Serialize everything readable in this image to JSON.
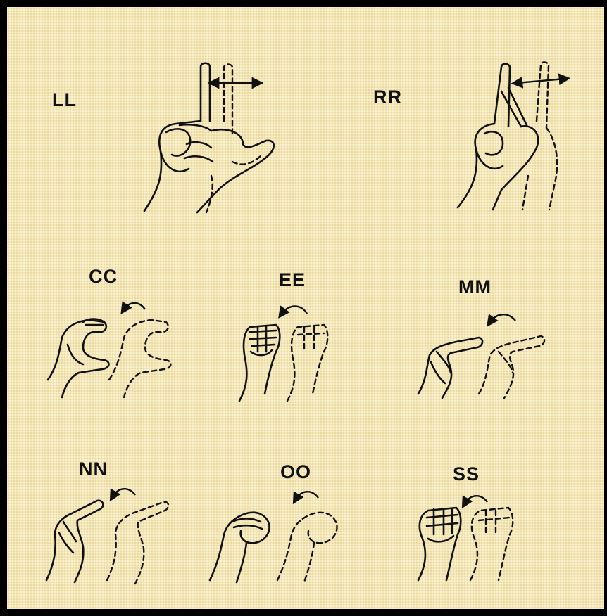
{
  "colors": {
    "background": "#f3e6b8",
    "border": "#000000",
    "ink": "#111111"
  },
  "signs": [
    {
      "label": "LL",
      "icon": "hand-sign-ll-icon"
    },
    {
      "label": "RR",
      "icon": "hand-sign-rr-icon"
    },
    {
      "label": "CC",
      "icon": "hand-sign-cc-icon"
    },
    {
      "label": "EE",
      "icon": "hand-sign-ee-icon"
    },
    {
      "label": "MM",
      "icon": "hand-sign-mm-icon"
    },
    {
      "label": "NN",
      "icon": "hand-sign-nn-icon"
    },
    {
      "label": "OO",
      "icon": "hand-sign-oo-icon"
    },
    {
      "label": "SS",
      "icon": "hand-sign-ss-icon"
    }
  ]
}
